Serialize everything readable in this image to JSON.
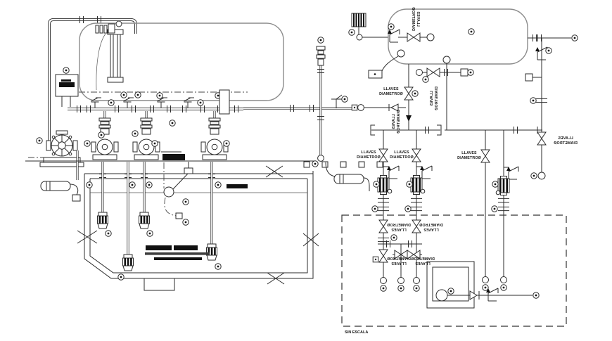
{
  "drawing": {
    "type": "hydraulic-pump-system-piping-schematic",
    "valve_label": {
      "line1": "LLAVES",
      "line2": "DIAMETROØ"
    },
    "scale_note": "SIN ESCALA",
    "colors": {
      "ink": "#2b2b2b",
      "tank_outline": "#8c8c8c",
      "background": "#ffffff"
    },
    "symbols": {
      "tag_icon": "circled instrument tag",
      "square_tag_icon": "square instrument tag",
      "valve_icon": "bowtie gate valve",
      "check_valve_icon": "swing check valve with arrow",
      "strainer_icon": "striped inline strainer",
      "foot_valve_icon": "striped foot valve",
      "pump_icon": "spoked centrifugal pump",
      "union_icon": "pipe union (double bar)",
      "flange_icon": "flange tick pair",
      "float_valve_icon": "float ball with arm"
    }
  }
}
